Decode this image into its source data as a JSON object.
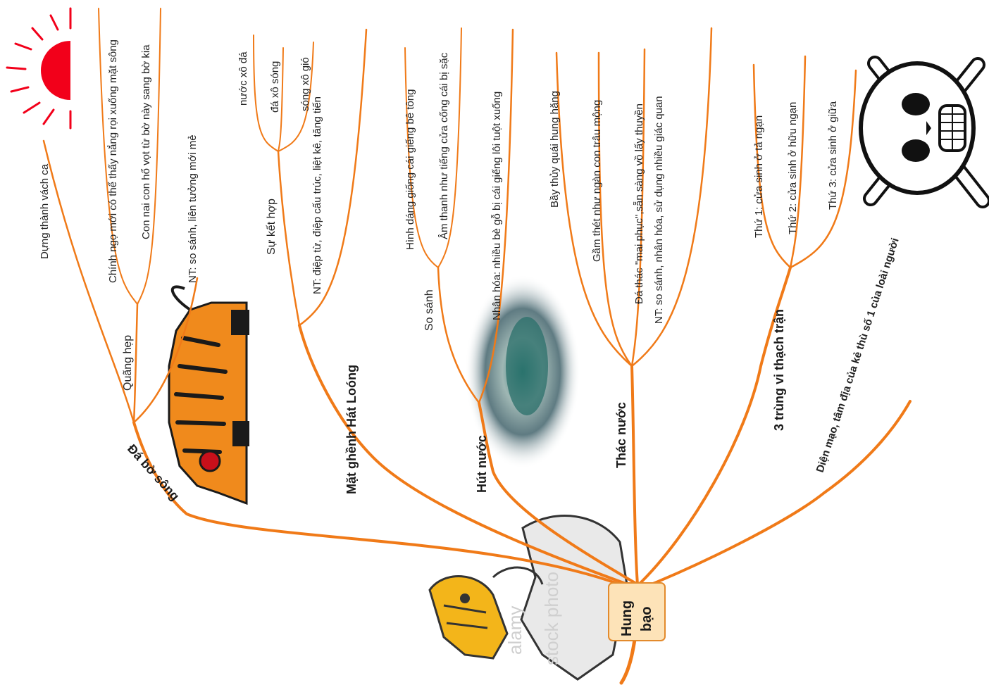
{
  "center": {
    "line1": "Hung",
    "line2": "bạo"
  },
  "branches": {
    "b1": {
      "title": "Đá bờ sông",
      "leaf_a": "Dựng thành vách ca",
      "sub": "Quãng hẹp",
      "sub_leaves": [
        "Chính ngọ mới có thể thấy nắng rọi xuống mặt sông",
        "Con nai con hổ vọt từ bờ này sang bờ kia"
      ],
      "leaf_b": "NT: so sánh, liên tưởng mới mẻ"
    },
    "b2": {
      "title": "Mặt ghềnh Hát Loóng",
      "sub": "Sự kết hợp",
      "sub_leaves": [
        "nước xô đá",
        "đá xô sóng",
        "sóng xô gió"
      ],
      "leaf_b": "NT: điệp từ, điệp cấu trúc, liệt kê, tăng tiến"
    },
    "b3": {
      "title": "Hút nước",
      "sub": "So sánh",
      "sub_leaves": [
        "Hình dáng giống cái giếng bê tông",
        "Âm thanh như tiếng cửa cống cái bị sặc"
      ],
      "leaf_b": "Nhân hóa: nhiều bè gỗ bị cái giếng lôi tuột xuống"
    },
    "b4": {
      "title": "Thác nước",
      "leaves": [
        "Bầy thủy quái hung hăng",
        "Gầm thét như ngàn con trâu mộng",
        "Đá thác \"mai phục\",sẵn sàng vồ lấy thuyền",
        "NT: so sánh, nhân hóa, sử dụng nhiều giác quan"
      ]
    },
    "b5": {
      "title": "3 trùng vi thạch trận",
      "leaves": [
        "Thứ 1: cửa sinh ở tả ngạn",
        "Thứ 2: cửa sinh ở hữu ngạn",
        "Thứ 3: cửa sinh ở giữa"
      ]
    },
    "b6": {
      "title": "Diện mạo, tâm địa của kẻ thù số 1 của loài người"
    }
  },
  "watermark": {
    "line1": "alamy",
    "line2": "stock photo"
  },
  "images": [
    "sun-icon",
    "tiger-illustration",
    "whirlpool-photo",
    "eagle-illustration",
    "skull-crossbones-icon"
  ],
  "colors": {
    "branch": "#f07a18",
    "center_fill": "#fde3b8",
    "sun": "#f2001a"
  }
}
